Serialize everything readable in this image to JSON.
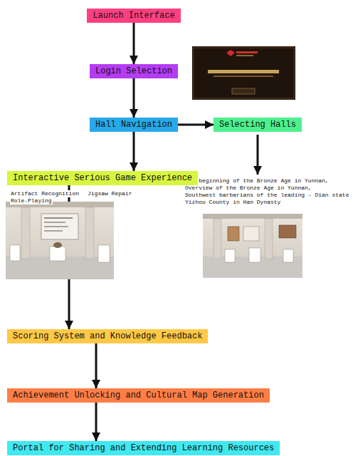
{
  "diagram": {
    "nodes": [
      {
        "text": [
          "Launch Interface"
        ]
      },
      {
        "text": [
          "Login Selection"
        ]
      },
      {
        "text": [
          "Hall Navigation"
        ]
      },
      {
        "text": [
          "Selecting Halls"
        ]
      },
      {
        "text": [
          "Interactive Serious Game Experience"
        ]
      },
      {
        "text": [
          "Scoring System and Knowledge Feedback"
        ]
      },
      {
        "text": [
          "Achievement Unlocking and Cultural Map Generation"
        ]
      },
      {
        "text": [
          "Portal for Sharing and Extending Learning Resources"
        ]
      }
    ],
    "edges": [
      {
        "from": 0,
        "to": 1,
        "arrow": "to"
      },
      {
        "from": 1,
        "to": 2,
        "arrow": "to"
      },
      {
        "from": 2,
        "to": 3,
        "arrow": "to"
      },
      {
        "from": 2,
        "to": 4,
        "arrow": "to"
      },
      {
        "from": 4,
        "to": 5,
        "arrow": "to"
      },
      {
        "from": 5,
        "to": 6,
        "arrow": "to"
      },
      {
        "from": 6,
        "to": 7,
        "arrow": "to"
      }
    ],
    "labels": [
      "Artifact Recognition",
      "Jigsaw Repair",
      "Role-Playing",
      "The beginning of the Bronze Age in Yunnan,",
      "Overview of the Bronze Age in Yunnan,",
      "Southwest barbarians of the leading - Dian state",
      "Yizhou County in Han Dynasty"
    ]
  }
}
